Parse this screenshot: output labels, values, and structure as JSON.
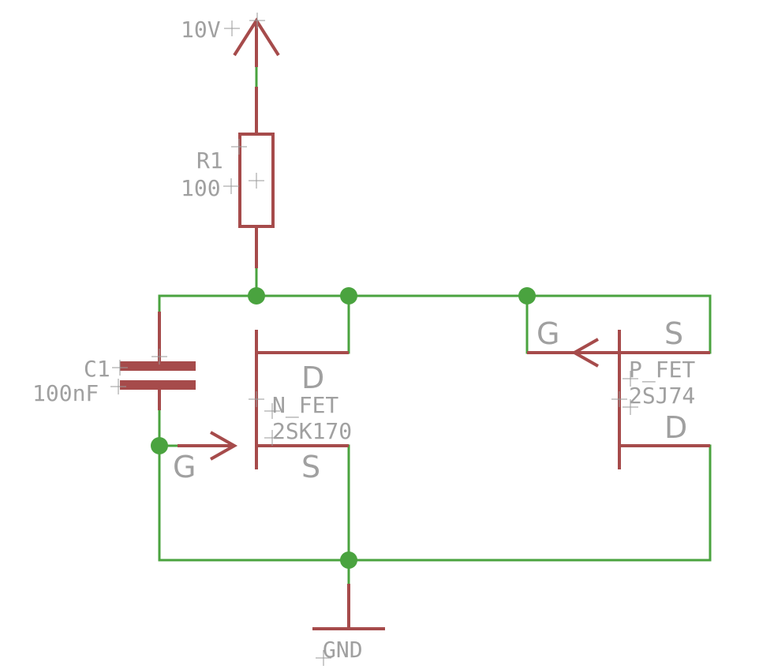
{
  "colors": {
    "wire": "#4aa33f",
    "component": "#a64b4b",
    "text": "#a0a0a0",
    "origin": "#9a9a9a"
  },
  "labels": {
    "supply": "10V",
    "ground": "GND",
    "r1_name": "R1",
    "r1_value": "100",
    "c1_name": "C1",
    "c1_value": "100nF",
    "nfet_name": "N_FET",
    "nfet_value": "2SK170",
    "pfet_name": "P_FET",
    "pfet_value": "2SJ74",
    "nfet_gate": "G",
    "nfet_drain": "D",
    "nfet_source": "S",
    "pfet_gate": "G",
    "pfet_drain": "D",
    "pfet_source": "S"
  }
}
